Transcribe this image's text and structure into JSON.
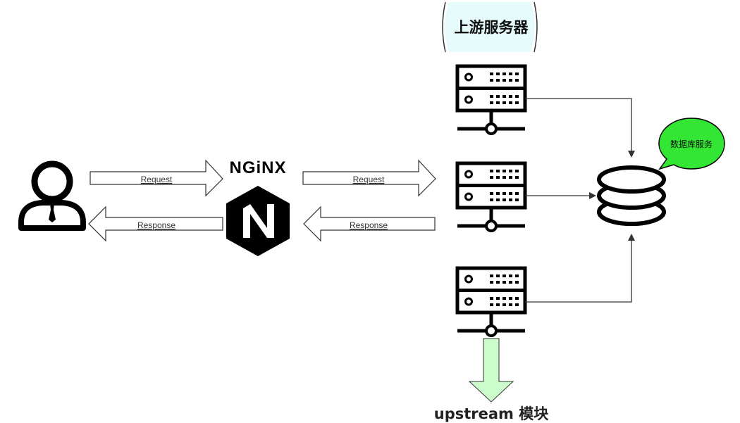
{
  "upstream_header": {
    "label": "上游服务器"
  },
  "nginx": {
    "wordmark": "NGiNX",
    "logo_letter": "N"
  },
  "flow": {
    "client_to_nginx": "Request",
    "nginx_to_client": "Response",
    "nginx_to_upstream": "Request",
    "upstream_to_nginx": "Response"
  },
  "database": {
    "bubble_label": "数据库服务"
  },
  "footer": {
    "module_label": "upstream 模块"
  },
  "colors": {
    "header_fill": "#e6fbfb",
    "bubble_fill": "#33e633",
    "module_arrow_fill": "#ccfccc",
    "line": "#333333",
    "icon": "#000000"
  },
  "icons": [
    "user-icon",
    "nginx-logo-icon",
    "server-icon",
    "database-icon"
  ]
}
